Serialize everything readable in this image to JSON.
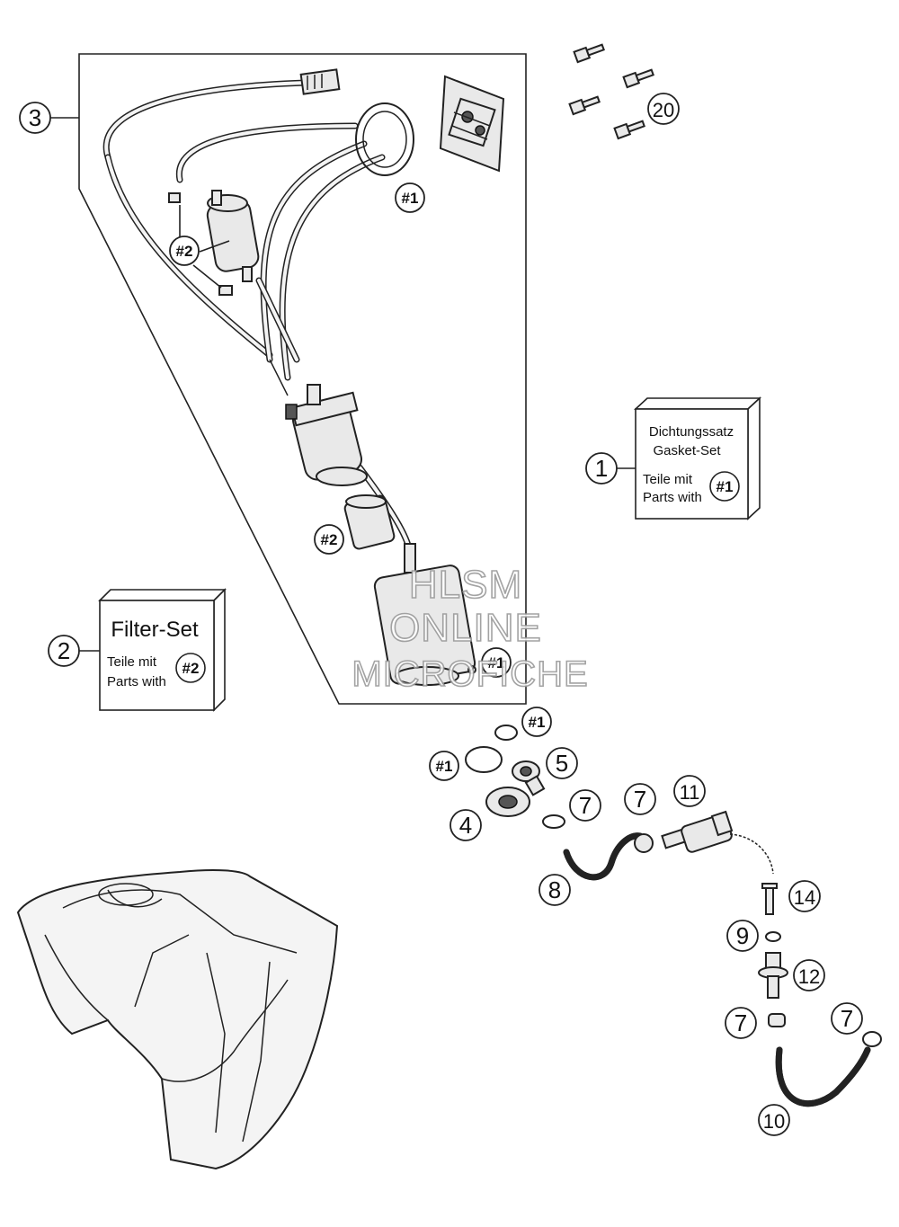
{
  "callouts": {
    "c1": "1",
    "c2": "2",
    "c3": "3",
    "c4": "4",
    "c5": "5",
    "c7a": "7",
    "c7b": "7",
    "c7c": "7",
    "c7d": "7",
    "c8": "8",
    "c9": "9",
    "c10": "10",
    "c11": "11",
    "c12": "12",
    "c14": "14",
    "c20": "20",
    "h1_top": "#1",
    "h1_pump": "#1",
    "h1_ring_top": "#1",
    "h1_ring_left": "#1",
    "h2_filter": "#2",
    "h2_sleeve": "#2"
  },
  "kit_gasket": {
    "line1": "Dichtungssatz",
    "line2": "Gasket-Set",
    "line3": "Teile mit",
    "line4": "Parts with",
    "tag": "#1"
  },
  "kit_filter": {
    "title": "Filter-Set",
    "line1": "Teile mit",
    "line2": "Parts with",
    "tag": "#2"
  },
  "watermark": {
    "line1": "HLSM",
    "line2": "ONLINE",
    "line3": "MICROFICHE"
  }
}
